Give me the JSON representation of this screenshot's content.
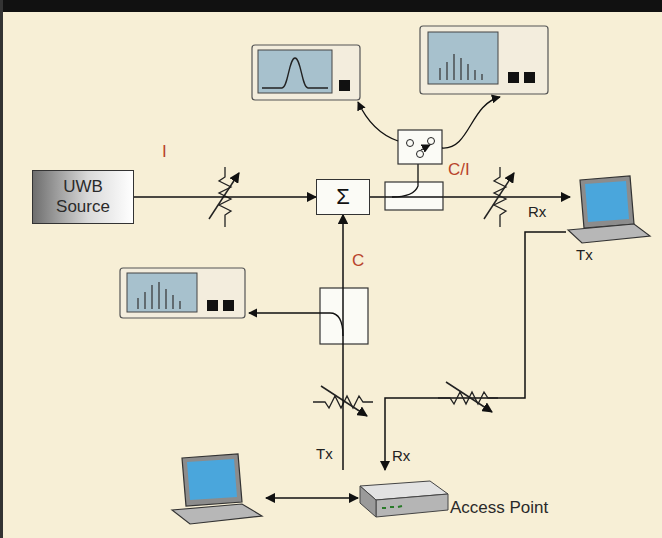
{
  "diagram": {
    "nodes": [
      {
        "text": [
          "UWB Source"
        ]
      },
      {
        "text": [
          "Σ"
        ]
      },
      {
        "text": [
          "Access Point"
        ]
      }
    ],
    "edges": [
      {
        "from": 0,
        "to": 1,
        "arrow": "to"
      },
      {
        "from": 2,
        "to": 1,
        "arrow": "to"
      }
    ],
    "labels": [
      "I",
      "C/I",
      "Rx",
      "Tx",
      "C",
      "Tx",
      "Rx"
    ]
  }
}
